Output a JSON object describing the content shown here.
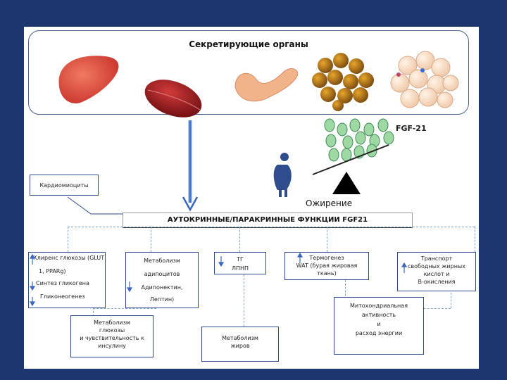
{
  "organs": {
    "title": "Секретирующие органы",
    "icons": [
      "liver-icon",
      "muscle-icon",
      "pancreas-icon",
      "brown-fat-icon",
      "white-fat-icon"
    ]
  },
  "fgf": {
    "label": "FGF-21",
    "cardiomyocytes": "Кардиомиоциты",
    "obesity": "Ожирение",
    "center_title": "АУТОКРИННЫЕ/ПАРАКРИННЫЕ ФУНКЦИИ FGF21"
  },
  "boxes": {
    "liver": {
      "line1": "Клиренс глюкозы (GLUT",
      "line2": "1, PPARg)",
      "line3": "Синтез гликогена",
      "line4": "Гликонеогенез"
    },
    "adipocytes": {
      "line1": "Метаболизм",
      "line2": "адипоцитов",
      "line3": "Адипонектин,",
      "line4": "Лептин)"
    },
    "tg": {
      "line1": "ТГ",
      "line2": "ЛПНП"
    },
    "thermo": {
      "line1": "Термогенез",
      "line2": "WAT (бурая жировая",
      "line3": "ткань)"
    },
    "transport": {
      "line1": "Транспорт",
      "line2": "свободных жирных",
      "line3": "кислот и",
      "line4": "В-окисления"
    },
    "glucose": {
      "line1": "Метаболизм",
      "line2": "глюкозы",
      "line3": "и чувствительность к",
      "line4": "инсулину"
    },
    "fats": {
      "line1": "Метаболизм",
      "line2": "жиров"
    },
    "mito": {
      "line1": "Митохондриальная",
      "line2": "активность",
      "line3": "и",
      "line4": "расход энергии"
    }
  },
  "colors": {
    "frame": "#1d3670",
    "box_border": "#2f4d8c",
    "arrow_blue": "#5a86d6",
    "cell_green": "#9ed9a4",
    "dash_line": "#7fa5c8"
  }
}
